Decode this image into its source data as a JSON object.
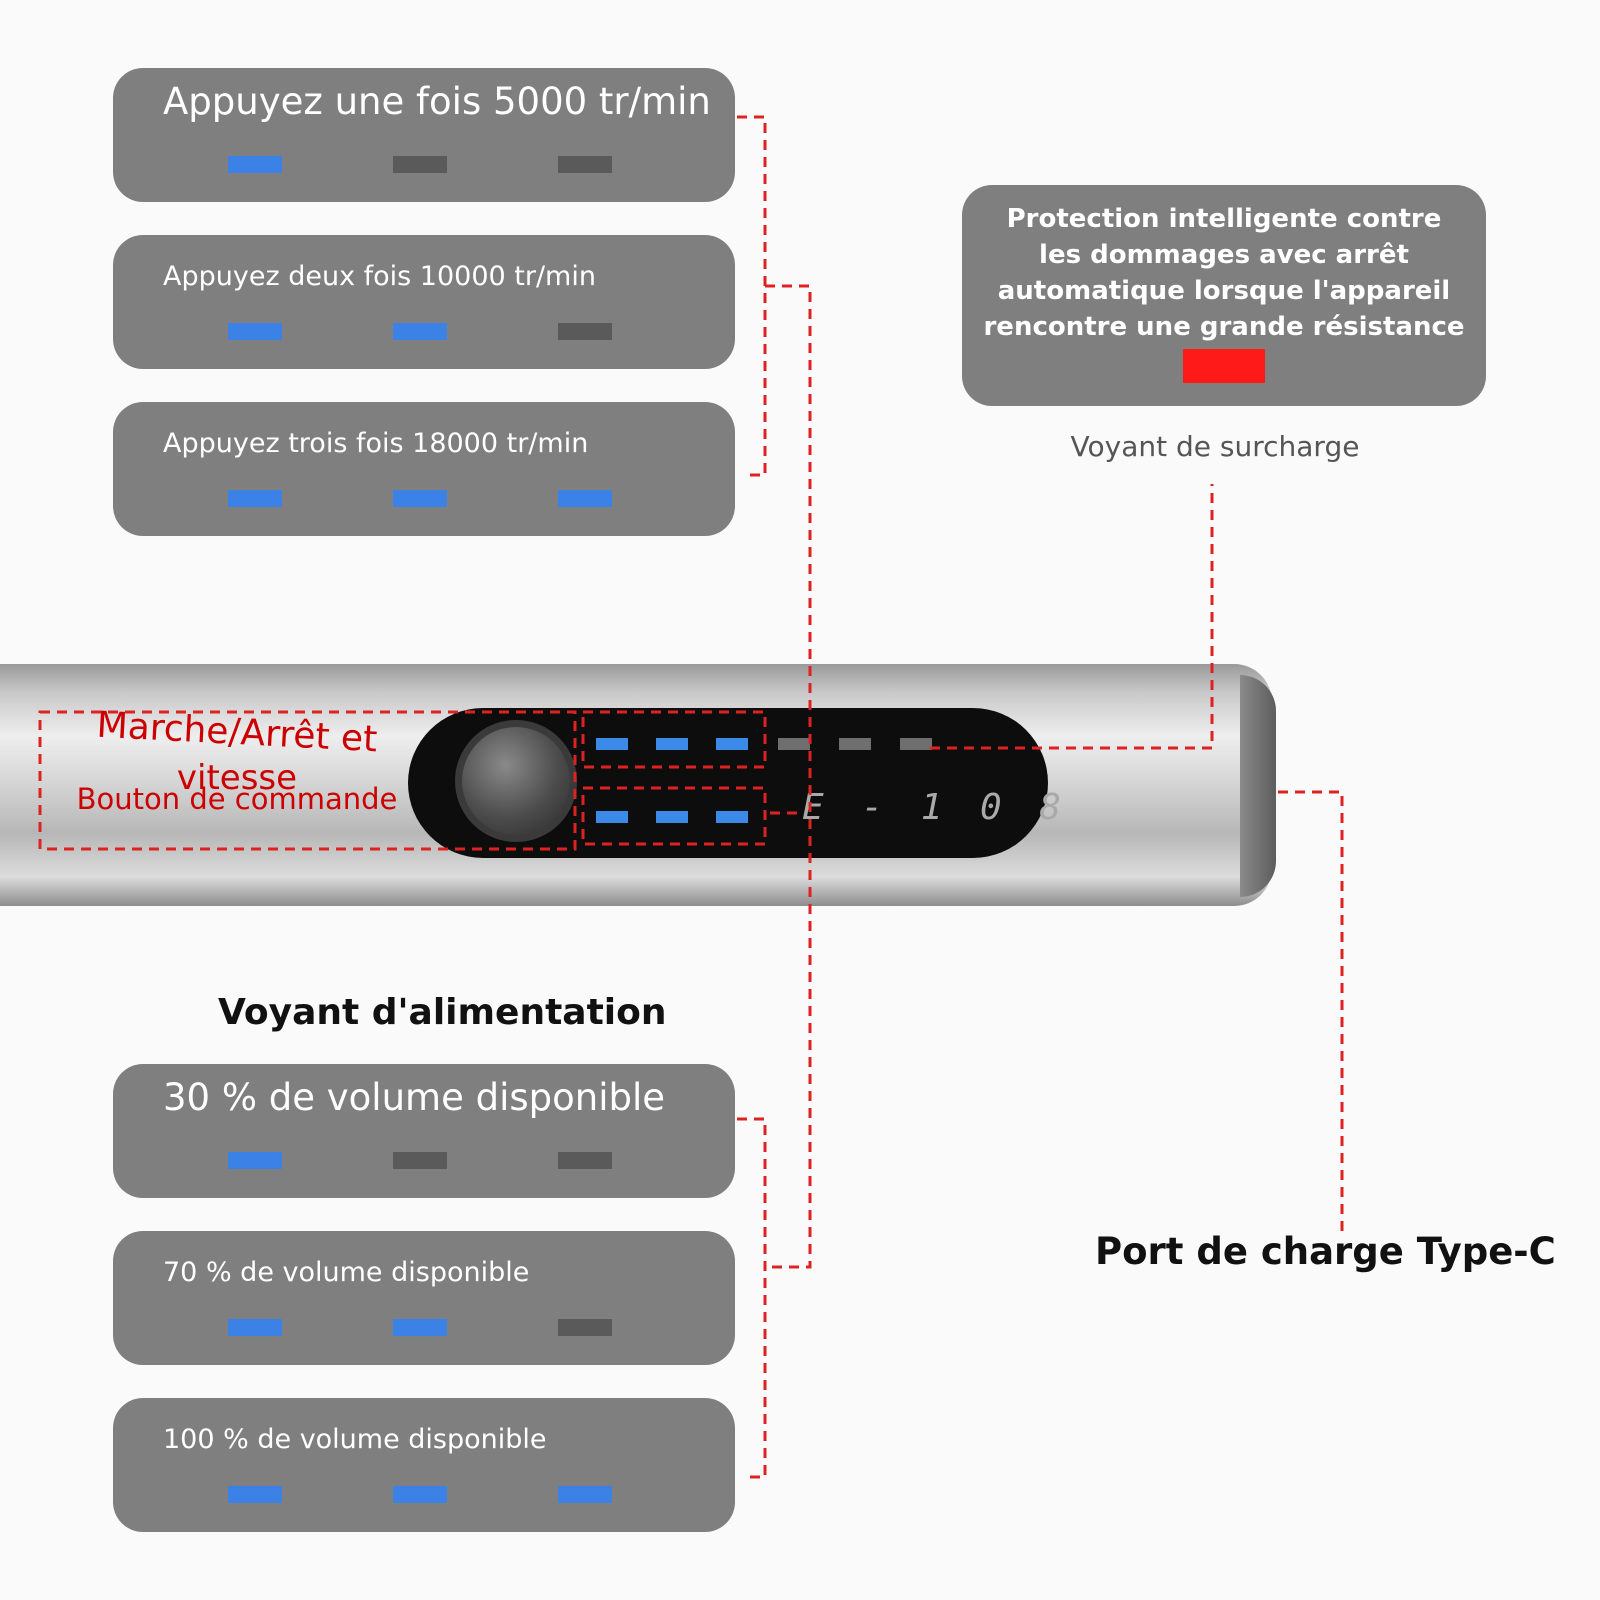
{
  "speed_panels": [
    {
      "label": "Appuyez une fois 5000 tr/min",
      "leds": [
        true,
        false,
        false
      ]
    },
    {
      "label": "Appuyez deux fois 10000 tr/min",
      "leds": [
        true,
        true,
        false
      ]
    },
    {
      "label": "Appuyez trois fois 18000 tr/min",
      "leds": [
        true,
        true,
        true
      ]
    }
  ],
  "protection": {
    "text": "Protection intelligente contre les dommages avec arrêt automatique lorsque l'appareil rencontre une grande résistance",
    "caption": "Voyant de surcharge",
    "led_color": "#ff1a1a"
  },
  "device": {
    "model": "E-108",
    "button_label_line1": "Marche/Arrêt et",
    "button_label_line2": "vitesse",
    "button_label_line3": "Bouton de commande"
  },
  "power_heading": "Voyant d'alimentation",
  "battery_panels": [
    {
      "label": "30 % de volume disponible",
      "leds": [
        true,
        false,
        false
      ]
    },
    {
      "label": "70 % de volume disponible",
      "leds": [
        true,
        true,
        false
      ]
    },
    {
      "label": "100 % de volume disponible",
      "leds": [
        true,
        true,
        true
      ]
    }
  ],
  "port_label": "Port de charge Type-C",
  "colors": {
    "led_on": "#3c82e6",
    "led_off": "#5a5a5a",
    "panel": "#7f7f7f",
    "annotation": "#dd2222"
  }
}
